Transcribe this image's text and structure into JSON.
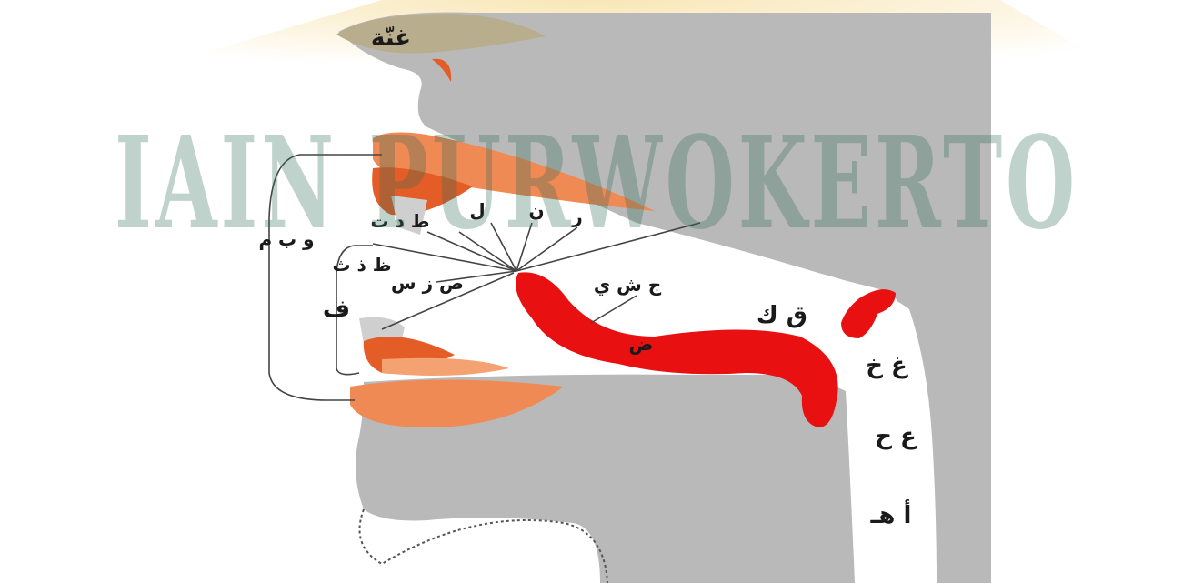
{
  "labels": {
    "nasal": "غنّة",
    "lips": "و ب م",
    "lower_lip": "ف",
    "dental_1": "ظ ذ ث",
    "dental_2": "ص ز س",
    "ridge_1": "ط د ت",
    "ridge_2": "ل",
    "ridge_3": "ن",
    "ridge_4": "ر",
    "palatal": "ج ش ي",
    "lateral": "ض",
    "velar": "ق ك",
    "throat_upper": "غ خ",
    "throat_mid": "ع ح",
    "throat_low": "أ هـ"
  },
  "watermark": "IAIN PURWOKERTO",
  "colors": {
    "head": "#b9b9b9",
    "nose_cavity": "#b8ad8c",
    "lips": "#f08a55",
    "lip_dark": "#e45d26",
    "tongue": "#e81010",
    "teeth": "#cfcfcf",
    "watermark": "#2f6b55",
    "glow": "#f3d27a"
  }
}
